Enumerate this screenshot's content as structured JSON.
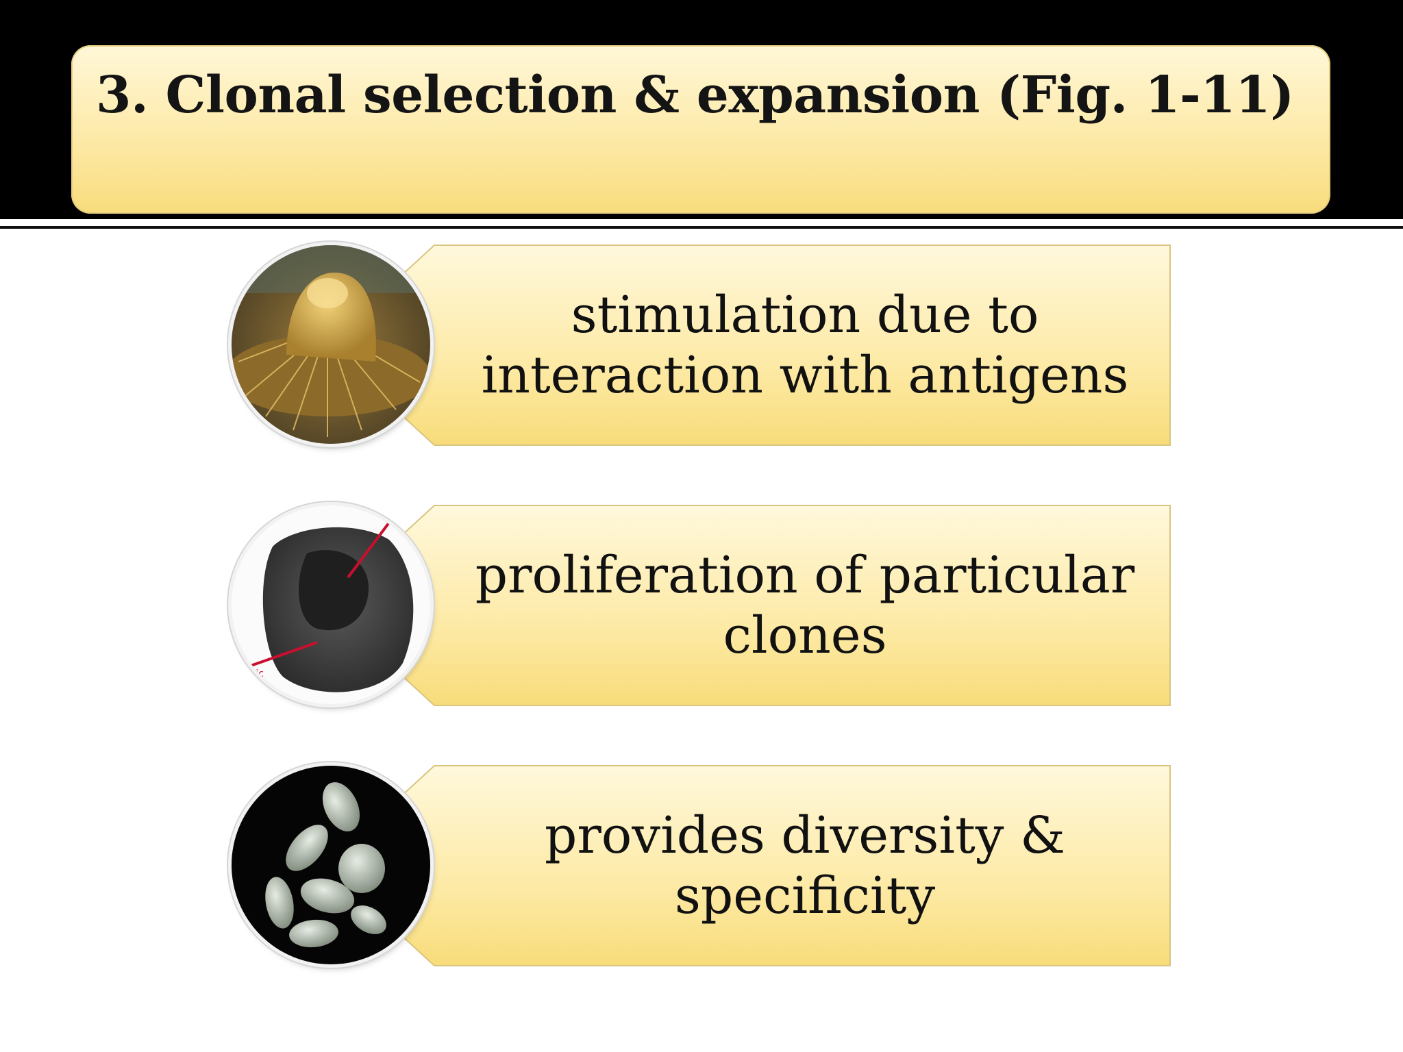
{
  "slide": {
    "title": "3.  Clonal selection & expansion (Fig. 1-11)",
    "items": [
      {
        "label": "stimulation due to interaction with antigens",
        "image": "lymphocyte-micrograph-photo"
      },
      {
        "label": "proliferation of particular clones",
        "image": "plasma-cell-micrograph-photo"
      },
      {
        "label": "provides diversity & specificity",
        "image": "cells-sem-photo"
      }
    ]
  },
  "colors": {
    "header_background": "#000000",
    "panel_light": "#fff7d8",
    "panel_dark": "#f8dc7c",
    "text": "#111111"
  }
}
